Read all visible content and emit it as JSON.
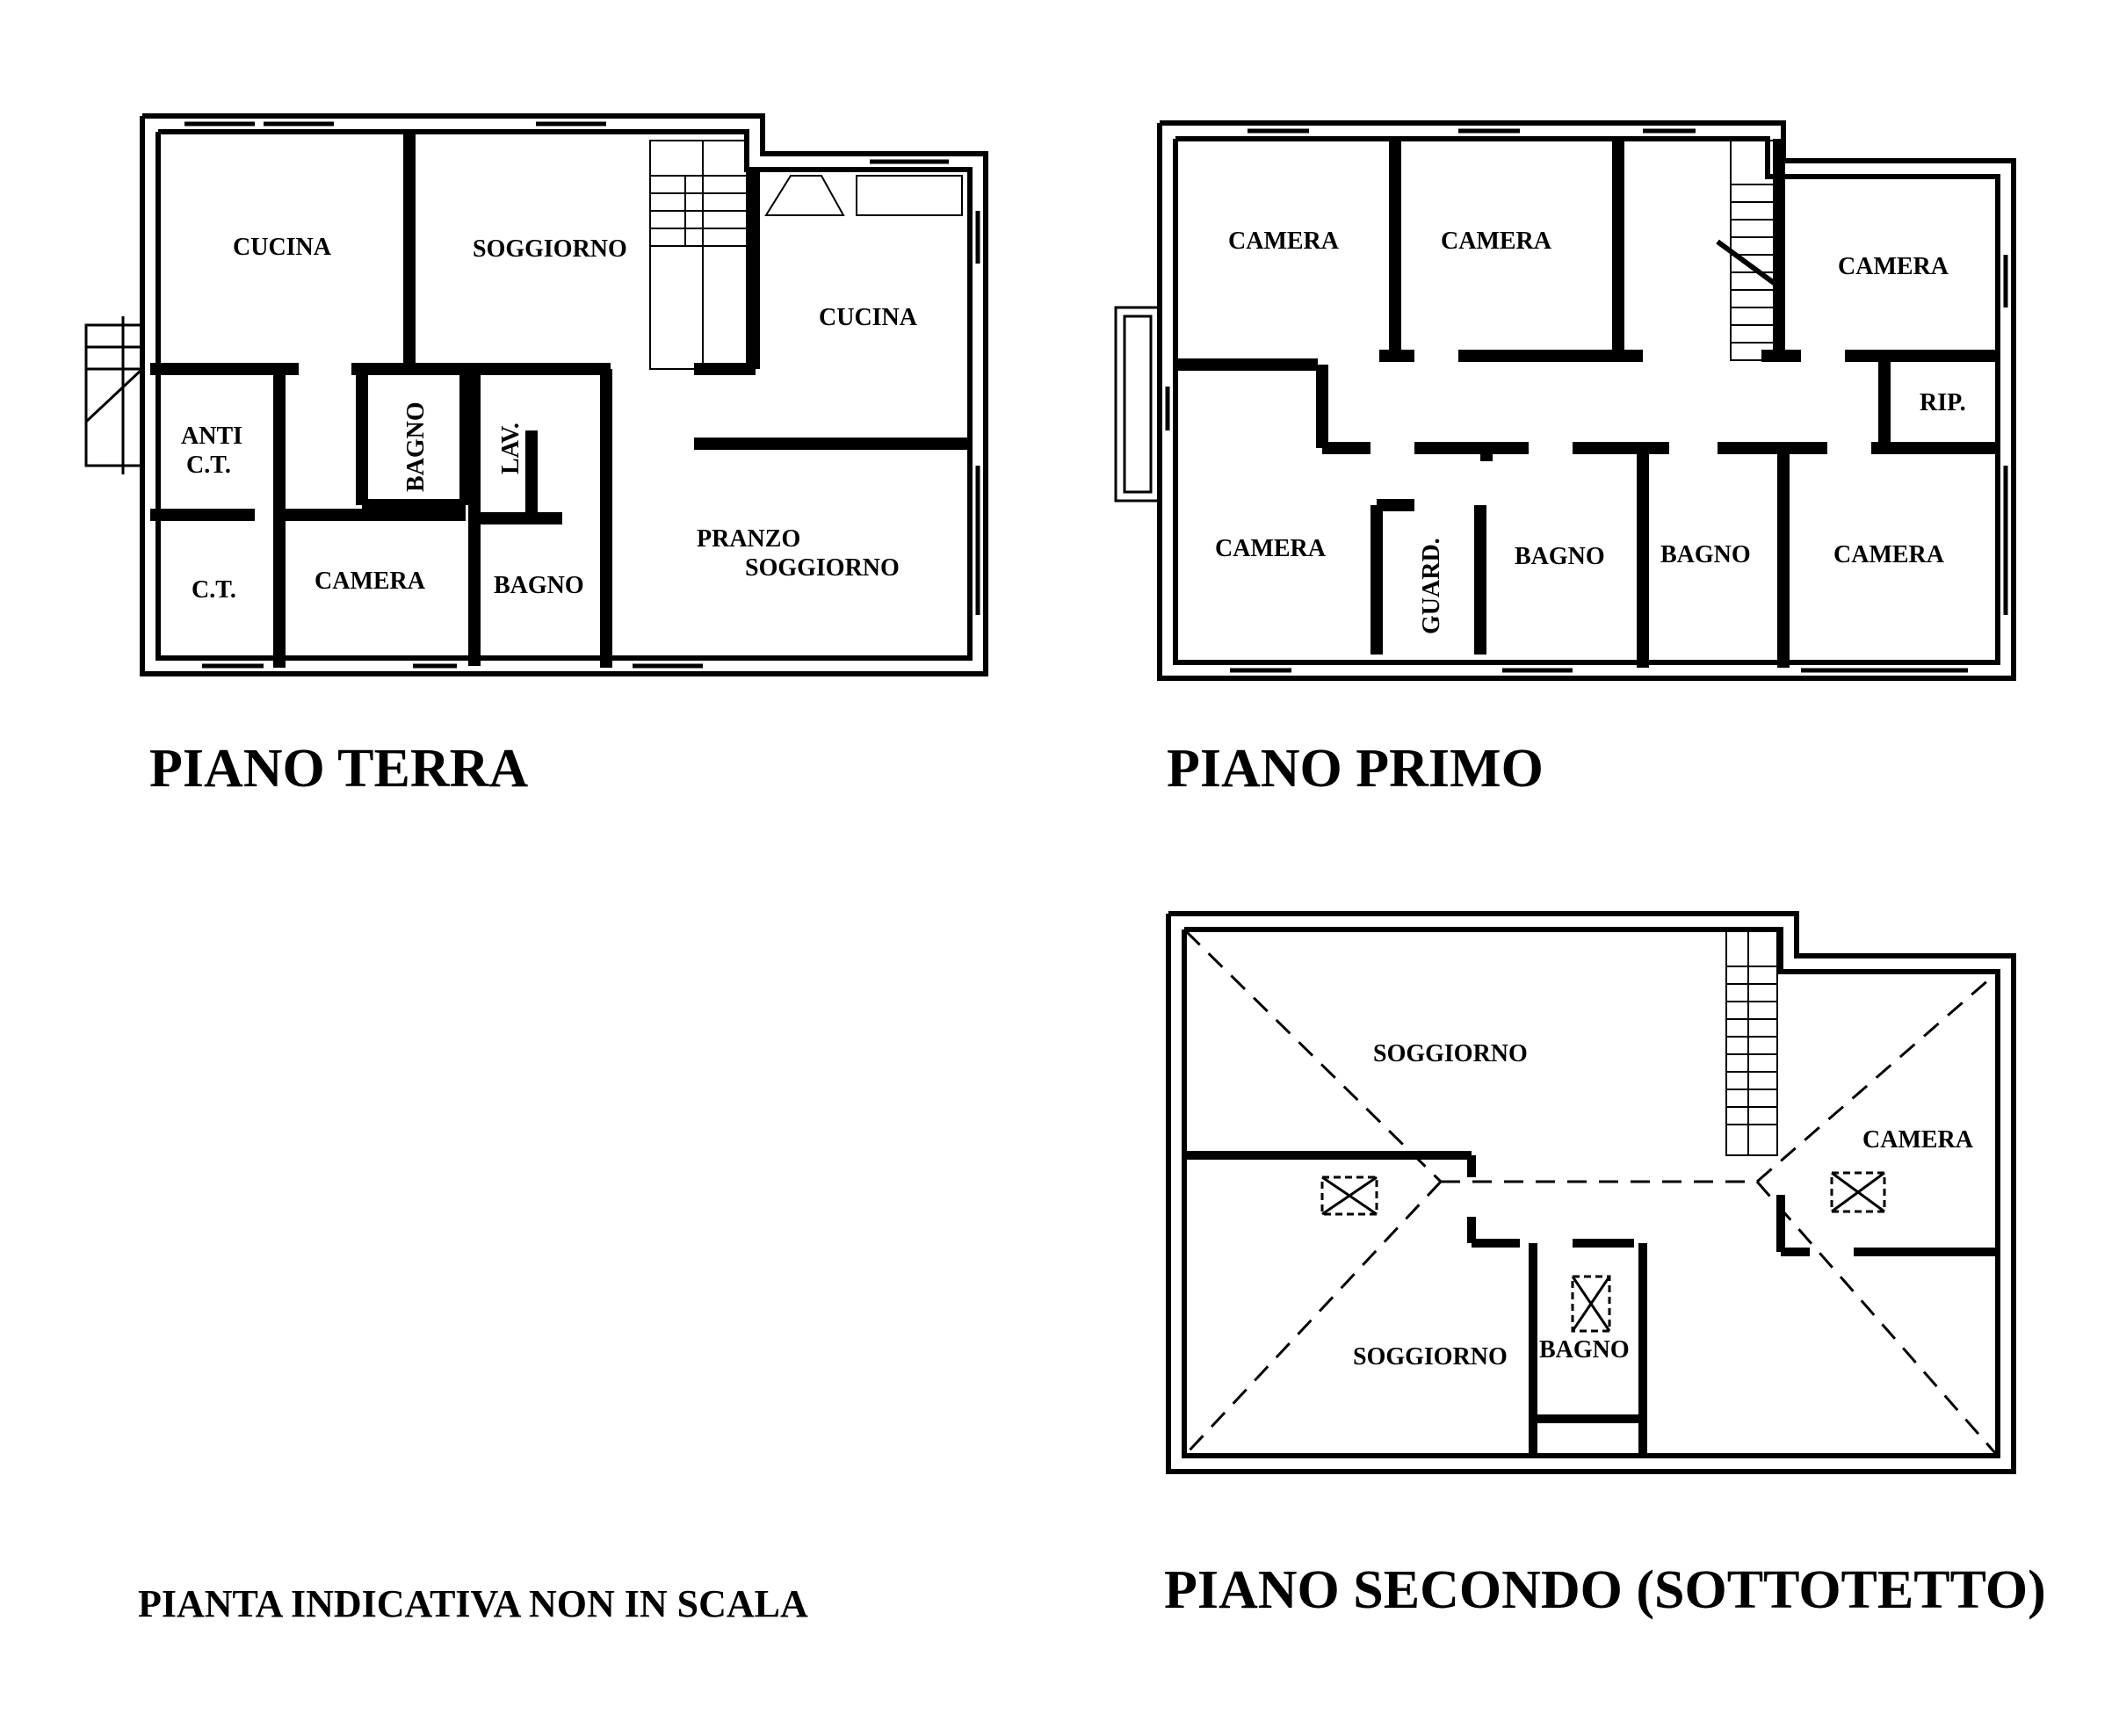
{
  "floors": {
    "terra": {
      "title": "PIANO TERRA",
      "rooms": {
        "cucina_left": "CUCINA",
        "soggiorno": "SOGGIORNO",
        "cucina_right": "CUCINA",
        "anti_1": "ANTI",
        "anti_2": "C.T.",
        "bagno_v": "BAGNO",
        "lav": "LAV.",
        "ct": "C.T.",
        "camera": "CAMERA",
        "bagno": "BAGNO",
        "pranzo": "PRANZO",
        "pranzo_soggiorno": "SOGGIORNO"
      }
    },
    "primo": {
      "title": "PIANO PRIMO",
      "rooms": {
        "camera_1": "CAMERA",
        "camera_2": "CAMERA",
        "camera_3": "CAMERA",
        "rip": "RIP.",
        "camera_4": "CAMERA",
        "guard": "GUARD.",
        "bagno_1": "BAGNO",
        "bagno_2": "BAGNO",
        "camera_5": "CAMERA"
      }
    },
    "secondo": {
      "title": "PIANO SECONDO (SOTTOTETTO)",
      "rooms": {
        "soggiorno_top": "SOGGIORNO",
        "camera": "CAMERA",
        "soggiorno_bottom": "SOGGIORNO",
        "bagno": "BAGNO"
      }
    }
  },
  "note": "PIANTA INDICATIVA NON IN SCALA"
}
